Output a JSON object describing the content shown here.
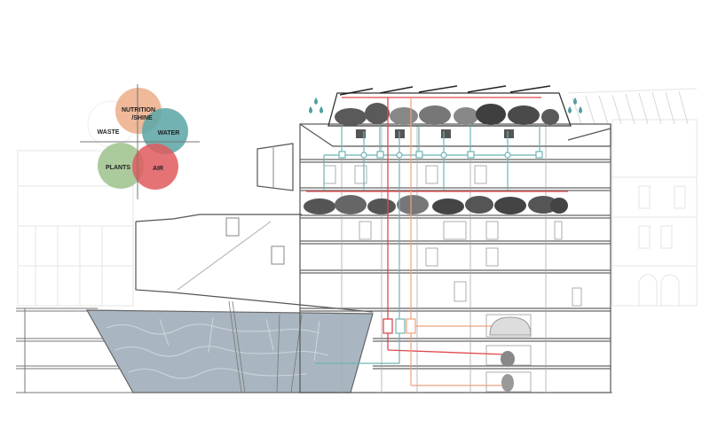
{
  "diagram": {
    "type": "architectural-section",
    "legend": {
      "circles": [
        {
          "label": "NUTRITION",
          "label2": "/SHINE",
          "color": "#eeb391"
        },
        {
          "label": "WASTE",
          "color": "#ffffff"
        },
        {
          "label": "WATER",
          "color": "#5fa7a7"
        },
        {
          "label": "PLANTS",
          "color": "#9fc48e"
        },
        {
          "label": "AIR",
          "color": "#e05a5e"
        }
      ]
    },
    "colors": {
      "line": "#555555",
      "light_line": "#cfcfcf",
      "water_pipe": "#6db3b3",
      "air_pipe": "#e0474c",
      "nutrition_pipe": "#eea37c",
      "pool": "#a9b6c1",
      "raindrop": "#4e9fa3",
      "vegetation": "#555555"
    }
  }
}
